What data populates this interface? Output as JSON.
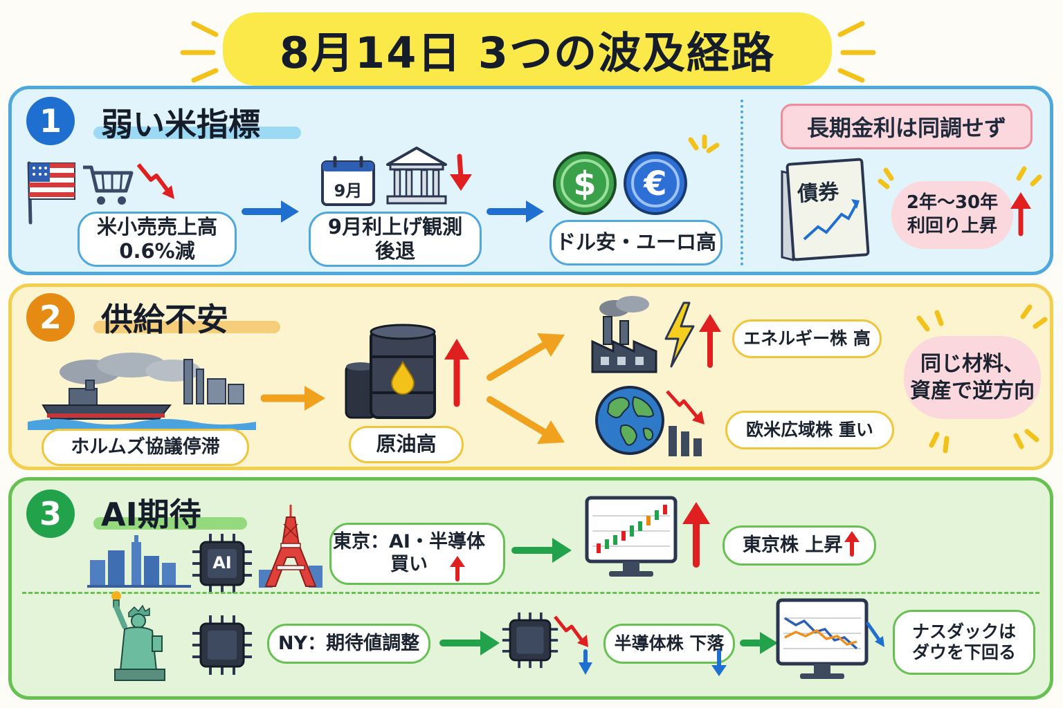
{
  "title": "8月14日 3つの波及経路",
  "colors": {
    "blue": "#1f6fd0",
    "orange": "#e58a12",
    "green": "#22a24a",
    "red_up": "#e02020",
    "down_blue": "#1f6fd0"
  },
  "routes": [
    {
      "number": "1",
      "heading": "弱い米指標",
      "steps": [
        {
          "label": "米小売売上高\n0.6%減",
          "icons": [
            "us-flag-icon",
            "shopping-cart-icon",
            "down-trend-arrow-icon"
          ]
        },
        {
          "label": "9月利上げ観測\n後退",
          "icons": [
            "calendar-icon",
            "bank-icon",
            "down-arrow-icon"
          ],
          "calendar_text": "9月"
        },
        {
          "label": "ドル安・ユーロ高",
          "icons": [
            "dollar-coin-icon",
            "euro-coin-icon"
          ]
        }
      ],
      "side_note": {
        "title": "長期金利は同調せず",
        "book_text": "債券",
        "cloud": "2年〜30年\n利回り上昇",
        "icons": [
          "bond-book-icon",
          "up-arrow-icon"
        ]
      }
    },
    {
      "number": "2",
      "heading": "供給不安",
      "steps": [
        {
          "label": "ホルムズ協議停滞",
          "icons": [
            "tanker-ship-icon",
            "factory-skyline-icon"
          ]
        },
        {
          "label": "原油高",
          "icons": [
            "oil-barrel-icon",
            "up-arrow-icon"
          ]
        }
      ],
      "branches": [
        {
          "label": "エネルギー株 高",
          "icons": [
            "factory-icon",
            "lightning-icon",
            "up-arrow-icon"
          ]
        },
        {
          "label": "欧米広域株 重い",
          "icons": [
            "globe-icon",
            "falling-bars-icon"
          ]
        }
      ],
      "side_note": {
        "cloud": "同じ材料、\n資産で逆方向"
      }
    },
    {
      "number": "3",
      "heading": "AI期待",
      "rows": [
        {
          "steps": [
            {
              "label": "東京：AI・半導体\n買い",
              "icons": [
                "tokyo-skyline-icon",
                "ai-chip-icon",
                "tokyo-tower-icon",
                "up-arrow-icon"
              ],
              "chip_text": "AI"
            },
            {
              "label": "",
              "icons": [
                "rising-chart-monitor-icon",
                "up-arrow-icon"
              ]
            },
            {
              "label": "東京株 上昇",
              "icons": [
                "up-arrow-icon"
              ]
            }
          ]
        },
        {
          "steps": [
            {
              "label": "NY：期待値調整",
              "icons": [
                "statue-of-liberty-icon",
                "chip-icon"
              ]
            },
            {
              "label": "半導体株 下落",
              "icons": [
                "chip-icon",
                "down-arrow-icon"
              ]
            },
            {
              "label": "",
              "icons": [
                "falling-chart-monitor-icon"
              ]
            },
            {
              "label": "ナスダックは\nダウを下回る",
              "icons": []
            }
          ]
        }
      ]
    }
  ]
}
